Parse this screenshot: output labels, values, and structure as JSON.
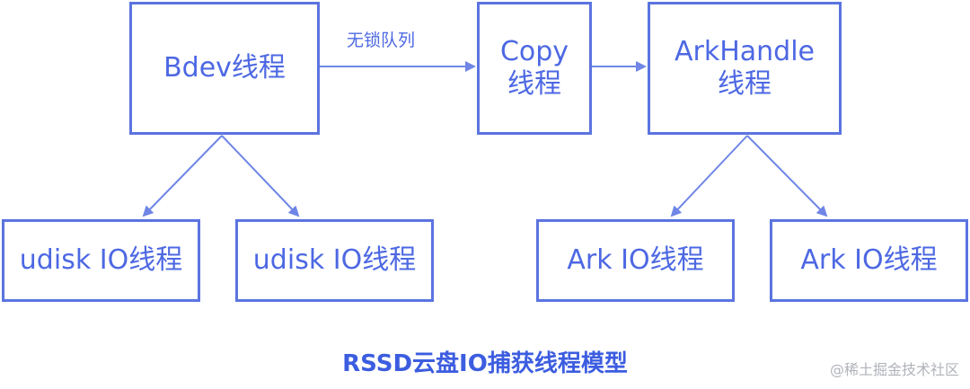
{
  "nodes": {
    "bdev": "Bdev线程",
    "copy": "Copy\n线程",
    "arkhandle": "ArkHandle\n线程",
    "udisk1": "udisk IO线程",
    "udisk2": "udisk IO线程",
    "ark1": "Ark IO线程",
    "ark2": "Ark IO线程"
  },
  "edge_label": "无锁队列",
  "caption": "RSSD云盘IO捕获线程模型",
  "watermark": "@稀土掘金技术社区",
  "colors": {
    "node_border": "#5b74e0",
    "text": "#4d68e3",
    "arrow": "#6f86e6",
    "caption": "#3c5de0",
    "watermark": "#b0b3ba"
  }
}
